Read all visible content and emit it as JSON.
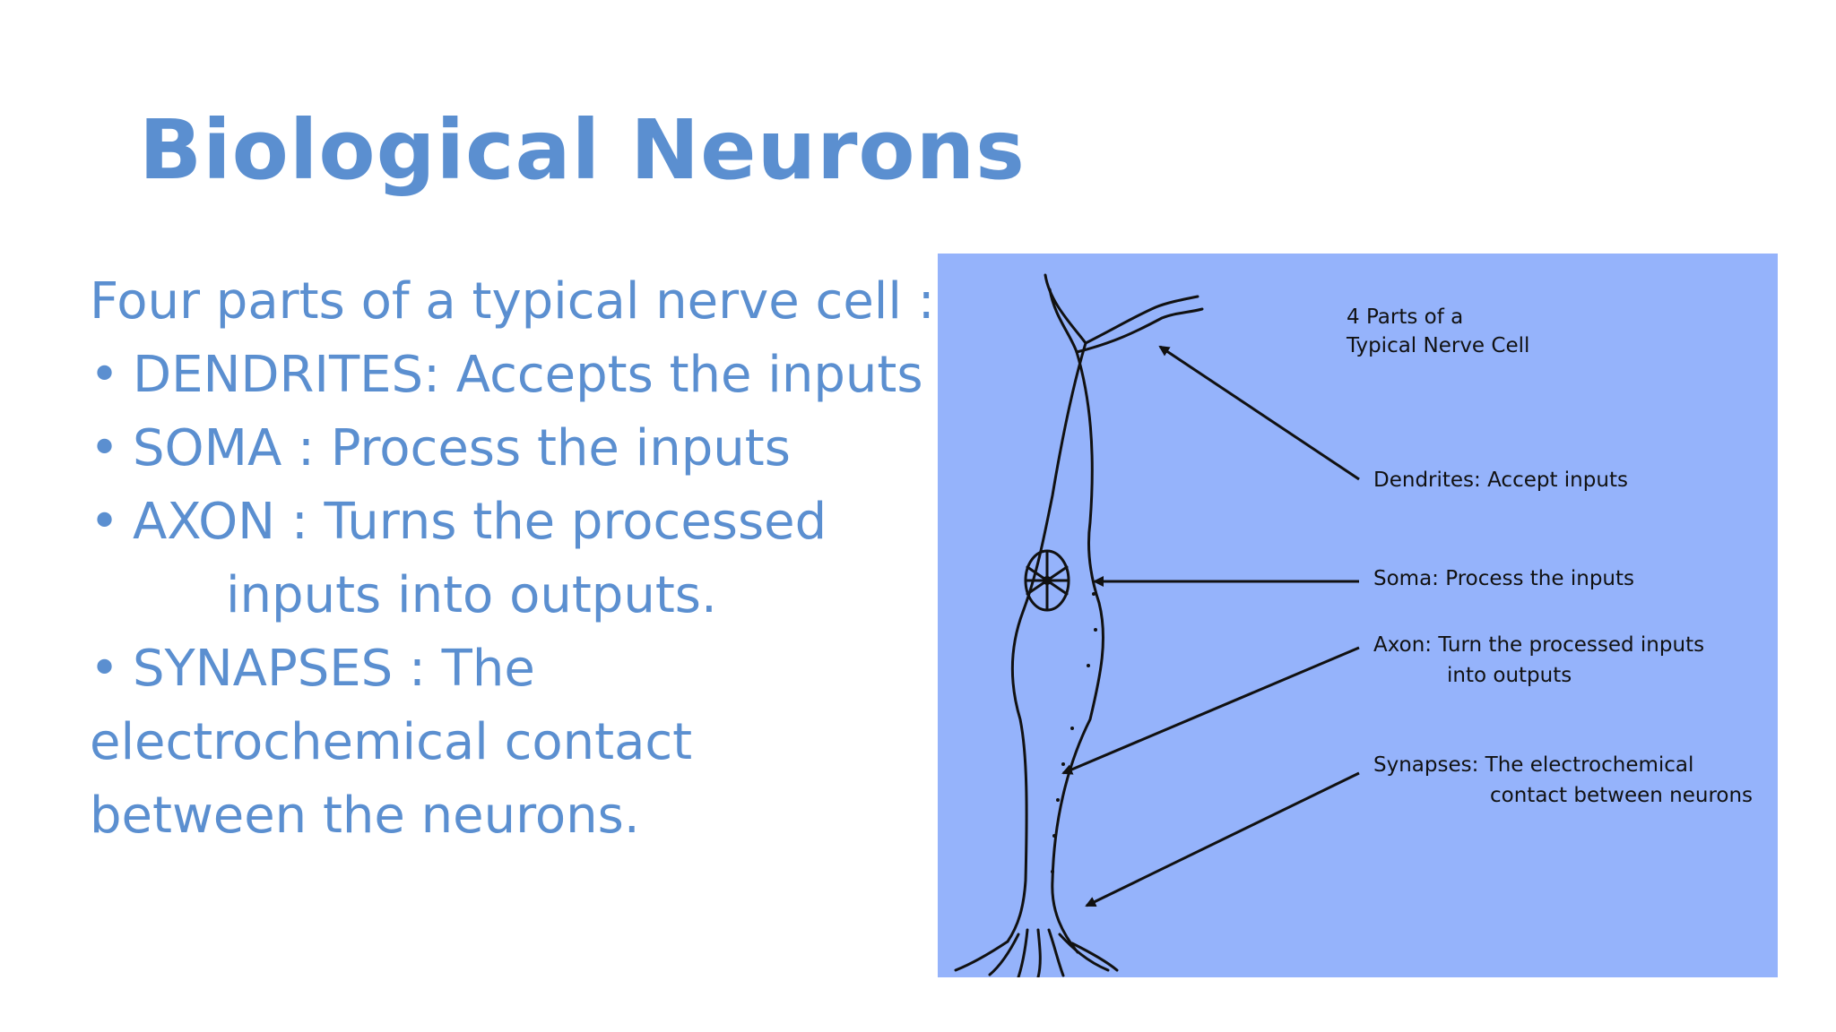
{
  "slide": {
    "title": "Biological Neurons",
    "intro": "Four parts of a typical nerve cell :",
    "bullets": [
      {
        "bullet": "•",
        "text": "DENDRITES: Accepts the inputs"
      },
      {
        "bullet": "•",
        "text": "SOMA : Process the inputs"
      },
      {
        "bullet": "•",
        "text": "AXON : Turns the processed"
      }
    ],
    "axon_continuation": "inputs into outputs.",
    "synapse_bullet": "•",
    "synapse_line1": "SYNAPSES : The",
    "synapse_line2": "electrochemical contact",
    "synapse_line3": "between the neurons."
  },
  "figure": {
    "heading_line1": "4 Parts of a",
    "heading_line2": "Typical Nerve Cell",
    "label_dendrites": "Dendrites:  Accept inputs",
    "label_soma": "Soma:  Process the inputs",
    "label_axon_line1": "Axon:  Turn the processed inputs",
    "label_axon_line2": "into outputs",
    "label_synapses_line1": "Synapses:  The electrochemical",
    "label_synapses_line2": "contact between neurons",
    "background_color": "#95b3fb"
  },
  "colors": {
    "title": "#5b8fd0",
    "text": "#5b8fd0",
    "background": "#ffffff"
  }
}
